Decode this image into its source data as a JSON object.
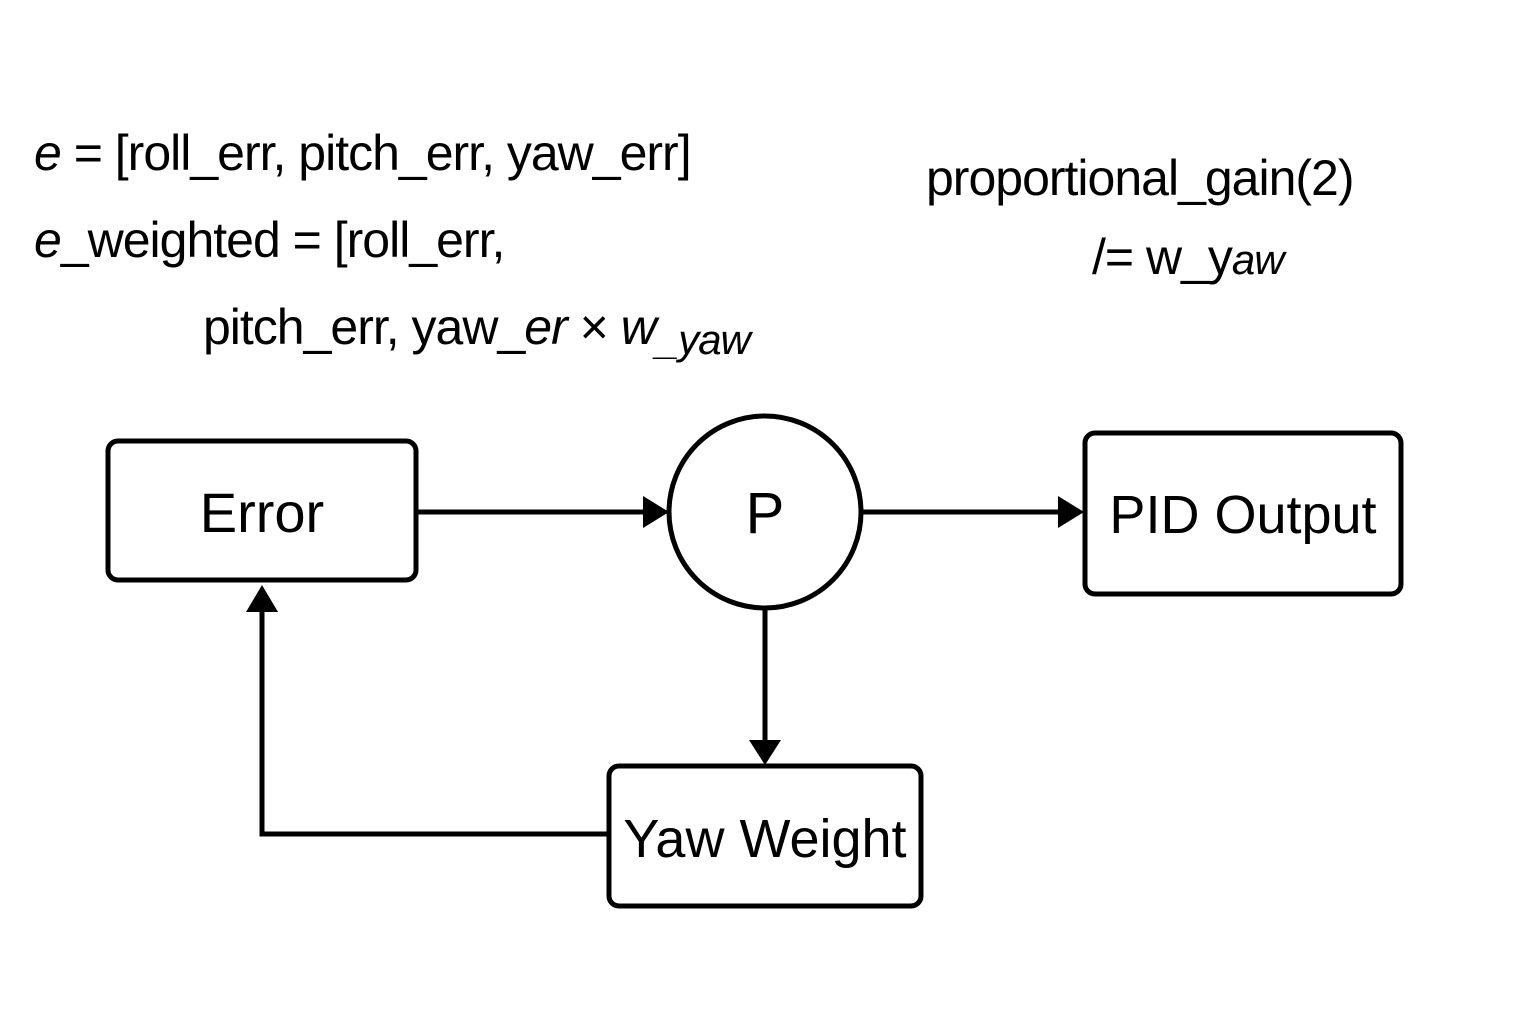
{
  "equations": {
    "e_def": {
      "var": "e",
      "rest": " = [roll_err, pitch_err, yaw_err]"
    },
    "e_weighted_line1": {
      "var": "e",
      "rest": "_weighted = [roll_err,"
    },
    "e_weighted_line2": {
      "text": "pitch_err, yaw_",
      "italic": "er",
      "times": " × ",
      "w": "w",
      "sub": "_yaw"
    },
    "gain_line1": {
      "text": "proportional_gain(2)"
    },
    "gain_line2": {
      "text": "/= w_y",
      "italic": "aw"
    }
  },
  "nodes": {
    "error": {
      "label": "Error"
    },
    "p": {
      "label": "P"
    },
    "pid_output": {
      "label": "PID Output"
    },
    "yaw_weight": {
      "label": "Yaw Weight"
    }
  },
  "colors": {
    "stroke": "#000000",
    "background": "#ffffff"
  }
}
